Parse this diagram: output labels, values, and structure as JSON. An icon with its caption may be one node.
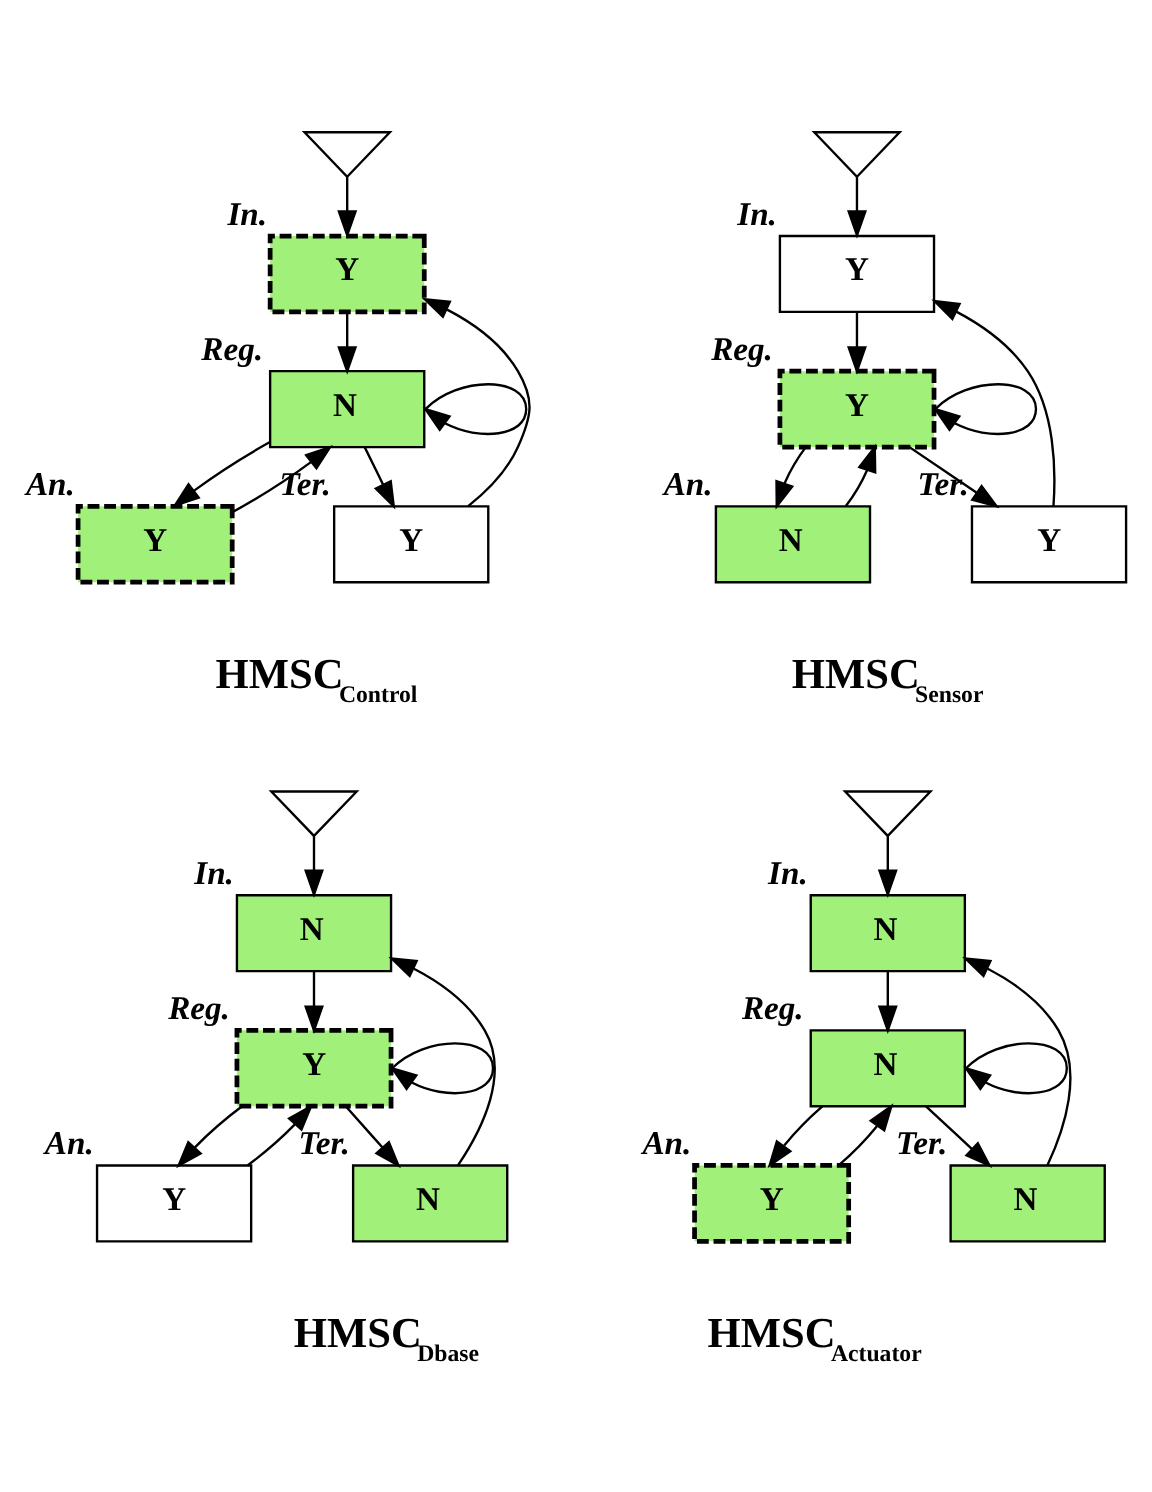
{
  "diagram": {
    "nodes": [
      {
        "text": [],
        "shape": "triangle"
      },
      {
        "text": [
          "Y"
        ],
        "beside": [
          "In."
        ]
      },
      {
        "text": [
          "N"
        ],
        "beside": [
          "Reg."
        ]
      },
      {
        "text": [
          "Y"
        ],
        "beside": [
          "An."
        ]
      },
      {
        "text": [
          "Y"
        ],
        "beside": [
          "Ter."
        ]
      },
      {
        "text": [],
        "shape": "triangle"
      },
      {
        "text": [
          "Y"
        ],
        "beside": [
          "In."
        ]
      },
      {
        "text": [
          "Y"
        ],
        "beside": [
          "Reg."
        ]
      },
      {
        "text": [
          "N"
        ],
        "beside": [
          "An."
        ]
      },
      {
        "text": [
          "Y"
        ],
        "beside": [
          "Ter."
        ]
      },
      {
        "text": [],
        "shape": "triangle"
      },
      {
        "text": [
          "N"
        ],
        "beside": [
          "In."
        ]
      },
      {
        "text": [
          "Y"
        ],
        "beside": [
          "Reg."
        ]
      },
      {
        "text": [
          "Y"
        ],
        "beside": [
          "An."
        ]
      },
      {
        "text": [
          "N"
        ],
        "beside": [
          "Ter."
        ]
      },
      {
        "text": [],
        "shape": "triangle"
      },
      {
        "text": [
          "N"
        ],
        "beside": [
          "In."
        ]
      },
      {
        "text": [
          "N"
        ],
        "beside": [
          "Reg."
        ]
      },
      {
        "text": [
          "Y"
        ],
        "beside": [
          "An."
        ]
      },
      {
        "text": [
          "N"
        ],
        "beside": [
          "Ter."
        ]
      }
    ],
    "edges": [
      {
        "from": 0,
        "to": 1,
        "arrow": "to"
      },
      {
        "from": 1,
        "to": 2,
        "arrow": "to"
      },
      {
        "from": 2,
        "to": 2,
        "arrow": "to"
      },
      {
        "from": 2,
        "to": 3,
        "arrow": "to"
      },
      {
        "from": 2,
        "to": 4,
        "arrow": "to"
      },
      {
        "from": 3,
        "to": 2,
        "arrow": "to"
      },
      {
        "from": 4,
        "to": 1,
        "arrow": "to"
      },
      {
        "from": 5,
        "to": 6,
        "arrow": "to"
      },
      {
        "from": 6,
        "to": 7,
        "arrow": "to"
      },
      {
        "from": 7,
        "to": 7,
        "arrow": "to"
      },
      {
        "from": 7,
        "to": 8,
        "arrow": "to"
      },
      {
        "from": 7,
        "to": 9,
        "arrow": "to"
      },
      {
        "from": 8,
        "to": 7,
        "arrow": "to"
      },
      {
        "from": 9,
        "to": 6,
        "arrow": "to"
      },
      {
        "from": 10,
        "to": 11,
        "arrow": "to"
      },
      {
        "from": 11,
        "to": 12,
        "arrow": "to"
      },
      {
        "from": 12,
        "to": 12,
        "arrow": "to"
      },
      {
        "from": 12,
        "to": 13,
        "arrow": "to"
      },
      {
        "from": 12,
        "to": 14,
        "arrow": "to"
      },
      {
        "from": 13,
        "to": 12,
        "arrow": "to"
      },
      {
        "from": 14,
        "to": 11,
        "arrow": "to"
      },
      {
        "from": 15,
        "to": 16,
        "arrow": "to"
      },
      {
        "from": 16,
        "to": 17,
        "arrow": "to"
      },
      {
        "from": 17,
        "to": 17,
        "arrow": "to"
      },
      {
        "from": 17,
        "to": 18,
        "arrow": "to"
      },
      {
        "from": 17,
        "to": 19,
        "arrow": "to"
      },
      {
        "from": 18,
        "to": 17,
        "arrow": "to"
      },
      {
        "from": 19,
        "to": 16,
        "arrow": "to"
      }
    ],
    "labels": [
      "HMSC$_{Control}$",
      "HMSC$_{Sensor}$",
      "HMSC$_{Dbase}$",
      "HMSC$_{Actuator}$"
    ]
  }
}
